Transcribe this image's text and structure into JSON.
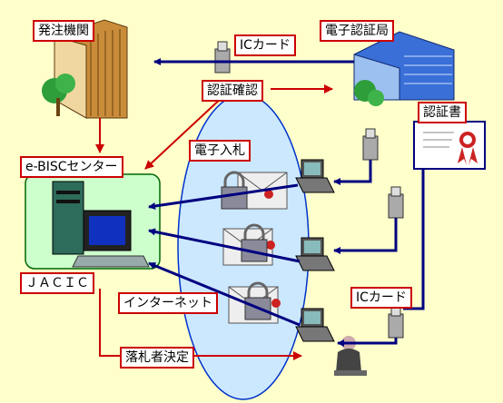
{
  "labels": {
    "ordering_agency": "発注機関",
    "certificate_authority": "電子認証局",
    "ic_card_top": "ICカード",
    "auth_check": "認証確認",
    "certificate": "認証書",
    "electronic_bid": "電子入札",
    "center": "e-BISCセンター",
    "jacic": "ＪＡＣＩＣ",
    "internet": "インターネット",
    "ic_card_bottom": "ICカード",
    "winner_decision": "落札者決定"
  },
  "colors": {
    "background": "#ffffcc",
    "arrow_blue": "#000080",
    "arrow_red": "#cc0000",
    "center_green": "#ccffcc",
    "internet_oval": "#cce8ff"
  },
  "icons": [
    "office-building-icon",
    "certificate-authority-building-icon",
    "ic-card-reader-icon",
    "certificate-icon",
    "padlock-envelope-icon",
    "laptop-icon",
    "desktop-computer-icon",
    "bidder-person-icon"
  ]
}
